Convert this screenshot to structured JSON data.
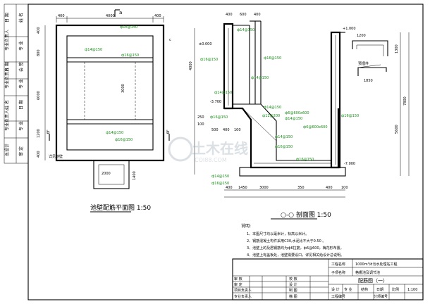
{
  "strip": [
    "日 期",
    "姓 名",
    "专业负责人",
    "专 业",
    "日 期",
    "会 签",
    "专业负责人",
    "专 业",
    "姓 名",
    "日 期",
    "专业负责人",
    "专 业",
    "总设计",
    "审 定"
  ],
  "plan": {
    "dims_top": [
      "400",
      "4000",
      "400"
    ],
    "dims_left": [
      "400",
      "800",
      "6000",
      "1200",
      "400"
    ],
    "section_a": "a",
    "section_b": "b",
    "section_c": "c",
    "rebar": [
      "ф16@150",
      "ф14@150",
      "ф16@150",
      "ф14@150",
      "ф16@150"
    ],
    "span": "3000",
    "sump_width": "2000",
    "sump_depth": "1400",
    "sump_note": "详见池壁",
    "title": "池壁配筋平面图 1:50"
  },
  "section": {
    "dims_top": [
      "400",
      "600",
      "400"
    ],
    "levels": [
      "±0.000",
      "-3.700",
      "-7.000",
      "+1.000"
    ],
    "dims_left": [
      "4000",
      "250",
      "100"
    ],
    "dims_bottom": [
      "400",
      "1450",
      "3000",
      "350",
      "400",
      "100"
    ],
    "small_dims": [
      "500",
      "400",
      "100"
    ],
    "dims_right": [
      "1300",
      "5600",
      "7800"
    ],
    "rebar": [
      "ф14@150",
      "ф16@150",
      "ф14@150",
      "ф16@150",
      "ф14@150",
      "ф14@150",
      "ф12@200",
      "ф16@150",
      "ф6@600x600",
      "ф14@150",
      "ф14@150",
      "ф16@150",
      "ф6@600x600",
      "ф16@150",
      "ф14@150",
      "ф16@150",
      "ф16@150"
    ],
    "detail_dim": "1200",
    "detail_note": "预埋件",
    "detail_width": "1850",
    "title": "○-○ 剖面图 1:50"
  },
  "watermark": {
    "cn": "土木在线",
    "en": "COI88.COM"
  },
  "notes": {
    "heading": "说明:",
    "lines": [
      "1、本图尺寸均以毫米计，标高以米计。",
      "2、钢筋混凝土构件采用C30,水泥比不大于0.50 。",
      "3、池壁上的及居钢筋均为ф6拉筋，ф6@600，梅花形布置。",
      "4、池壁上有盖板处，池壁需要设口，详见相关给设计总说明。"
    ]
  },
  "title_block": {
    "project_label": "工程名称",
    "project_value": "1000m³/d污水处理站工程",
    "subitem_label": "子项名称",
    "subitem_value": "格栅池及调节池",
    "drawing_title": "配筋图（一）",
    "row1": [
      "设 计",
      "专 业",
      "结构",
      "日期",
      "比例",
      "1:100"
    ],
    "row2": [
      "工程编号",
      "分项编号"
    ],
    "left_labels": [
      "审 核",
      "审 定",
      "项目负责人",
      "专业负责人"
    ],
    "mid_labels": [
      "校 核",
      "设 计",
      "制 图",
      "描 图"
    ]
  }
}
